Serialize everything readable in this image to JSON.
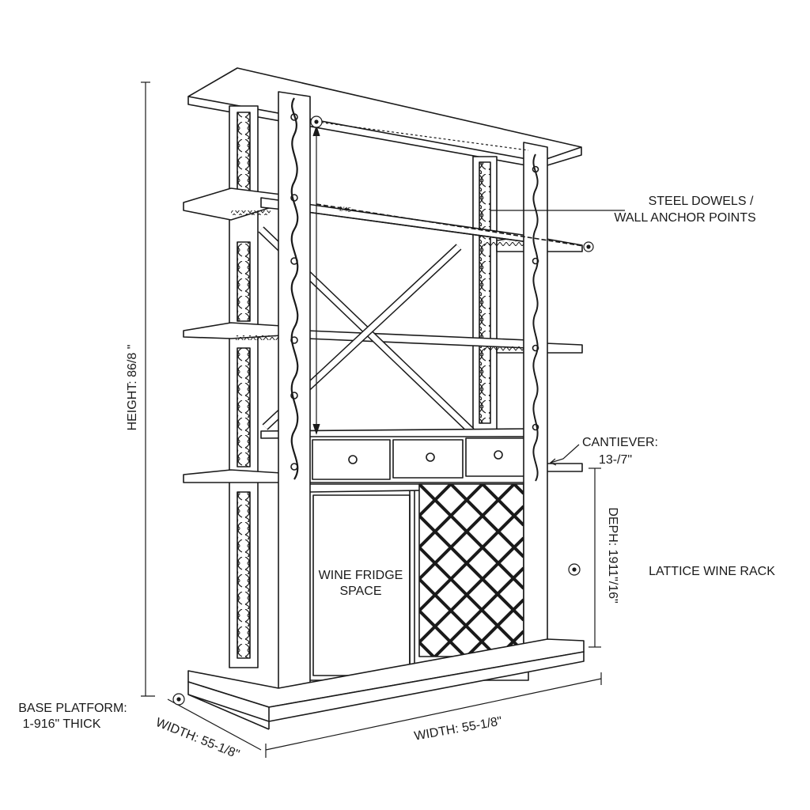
{
  "labels": {
    "height": "HEIGHT: 86/8 \"",
    "steel_dowels_line1": "STEEL DOWELS /",
    "steel_dowels_line2": "WALL ANCHOR POINTS",
    "cantilever_line1": "CANTIEVER:",
    "cantilever_line2": "13-/7\"",
    "depth": "DEPH: 1911\"/16\"",
    "lattice_wine_rack": "LATTICE WINE RACK",
    "wine_fridge_line1": "WINE FRIDGE",
    "wine_fridge_line2": "SPACE",
    "base_platform_line1": "BASE PLATFORM:",
    "base_platform_line2": "1-916\" THICK",
    "width_left": "WIDTH: 55-1/8\"",
    "width_front": "WIDTH: 55-1/8\"",
    "dowel_scale_text": "1/45"
  },
  "colors": {
    "line": "#1a1a1a",
    "background": "#ffffff"
  }
}
